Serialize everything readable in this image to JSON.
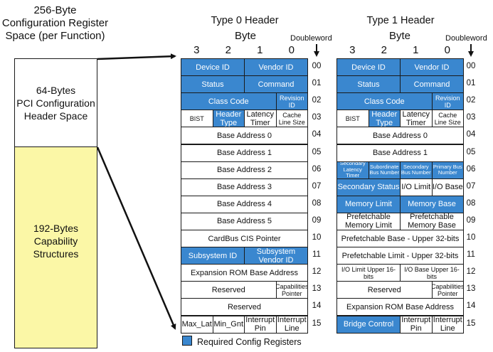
{
  "config_space": {
    "title_line1": "256-Byte",
    "title_line2": "Configuration Register",
    "title_line3": "Space (per Function)",
    "header_region": [
      "64-Bytes",
      "PCI Configuration",
      "Header Space"
    ],
    "capability_region": [
      "192-Bytes",
      "Capability",
      "Structures"
    ],
    "colors": {
      "header_bg": "#ffffff",
      "capability_bg": "#fbf7a6"
    }
  },
  "byte_label": "Byte",
  "doubleword_label": "Doubleword",
  "byte_numbers": [
    "3",
    "2",
    "1",
    "0"
  ],
  "doublewords": [
    "00",
    "01",
    "02",
    "03",
    "04",
    "05",
    "06",
    "07",
    "08",
    "09",
    "10",
    "11",
    "12",
    "13",
    "14",
    "15"
  ],
  "type0": {
    "title": "Type 0 Header",
    "cells": [
      {
        "row": 0,
        "col": 0,
        "span": 2,
        "text": "Device ID",
        "req": true
      },
      {
        "row": 0,
        "col": 2,
        "span": 2,
        "text": "Vendor ID",
        "req": true
      },
      {
        "row": 1,
        "col": 0,
        "span": 2,
        "text": "Status",
        "req": true
      },
      {
        "row": 1,
        "col": 2,
        "span": 2,
        "text": "Command",
        "req": true
      },
      {
        "row": 2,
        "col": 0,
        "span": 3,
        "text": "Class Code",
        "req": true
      },
      {
        "row": 2,
        "col": 3,
        "span": 1,
        "text": "Revision ID",
        "req": true,
        "size": "small"
      },
      {
        "row": 3,
        "col": 0,
        "span": 1,
        "text": "BIST",
        "req": false,
        "size": "small"
      },
      {
        "row": 3,
        "col": 1,
        "span": 1,
        "text": "Header Type",
        "req": true
      },
      {
        "row": 3,
        "col": 2,
        "span": 1,
        "text": "Latency Timer",
        "req": false
      },
      {
        "row": 3,
        "col": 3,
        "span": 1,
        "text": "Cache Line Size",
        "req": false,
        "size": "small"
      },
      {
        "row": 4,
        "col": 0,
        "span": 4,
        "text": "Base Address 0",
        "req": false
      },
      {
        "row": 5,
        "col": 0,
        "span": 4,
        "text": "Base Address 1",
        "req": false
      },
      {
        "row": 6,
        "col": 0,
        "span": 4,
        "text": "Base Address 2",
        "req": false
      },
      {
        "row": 7,
        "col": 0,
        "span": 4,
        "text": "Base Address 3",
        "req": false
      },
      {
        "row": 8,
        "col": 0,
        "span": 4,
        "text": "Base Address 4",
        "req": false
      },
      {
        "row": 9,
        "col": 0,
        "span": 4,
        "text": "Base Address 5",
        "req": false
      },
      {
        "row": 10,
        "col": 0,
        "span": 4,
        "text": "CardBus CIS Pointer",
        "req": false
      },
      {
        "row": 11,
        "col": 0,
        "span": 2,
        "text": "Subsystem ID",
        "req": true
      },
      {
        "row": 11,
        "col": 2,
        "span": 2,
        "text": "Subsystem Vendor ID",
        "req": true
      },
      {
        "row": 12,
        "col": 0,
        "span": 4,
        "text": "Expansion ROM Base Address",
        "req": false
      },
      {
        "row": 13,
        "col": 0,
        "span": 3,
        "text": "Reserved",
        "req": false
      },
      {
        "row": 13,
        "col": 3,
        "span": 1,
        "text": "Capabilities Pointer",
        "req": false,
        "size": "small"
      },
      {
        "row": 14,
        "col": 0,
        "span": 4,
        "text": "Reserved",
        "req": false
      },
      {
        "row": 15,
        "col": 0,
        "span": 1,
        "text": "Max_Lat",
        "req": false
      },
      {
        "row": 15,
        "col": 1,
        "span": 1,
        "text": "Min_Gnt",
        "req": false
      },
      {
        "row": 15,
        "col": 2,
        "span": 1,
        "text": "Interrupt Pin",
        "req": false
      },
      {
        "row": 15,
        "col": 3,
        "span": 1,
        "text": "Interrupt Line",
        "req": false
      }
    ]
  },
  "type1": {
    "title": "Type 1 Header",
    "cells": [
      {
        "row": 0,
        "col": 0,
        "span": 2,
        "text": "Device ID",
        "req": true
      },
      {
        "row": 0,
        "col": 2,
        "span": 2,
        "text": "Vendor ID",
        "req": true
      },
      {
        "row": 1,
        "col": 0,
        "span": 2,
        "text": "Status",
        "req": true
      },
      {
        "row": 1,
        "col": 2,
        "span": 2,
        "text": "Command",
        "req": true
      },
      {
        "row": 2,
        "col": 0,
        "span": 3,
        "text": "Class Code",
        "req": true
      },
      {
        "row": 2,
        "col": 3,
        "span": 1,
        "text": "Revision ID",
        "req": true,
        "size": "small"
      },
      {
        "row": 3,
        "col": 0,
        "span": 1,
        "text": "BIST",
        "req": false,
        "size": "small"
      },
      {
        "row": 3,
        "col": 1,
        "span": 1,
        "text": "Header Type",
        "req": true
      },
      {
        "row": 3,
        "col": 2,
        "span": 1,
        "text": "Latency Timer",
        "req": false
      },
      {
        "row": 3,
        "col": 3,
        "span": 1,
        "text": "Cache Line Size",
        "req": false,
        "size": "small"
      },
      {
        "row": 4,
        "col": 0,
        "span": 4,
        "text": "Base Address 0",
        "req": false
      },
      {
        "row": 5,
        "col": 0,
        "span": 4,
        "text": "Base Address 1",
        "req": false
      },
      {
        "row": 6,
        "col": 0,
        "span": 1,
        "text": "Secondary Latency Timer",
        "req": true,
        "size": "tiny"
      },
      {
        "row": 6,
        "col": 1,
        "span": 1,
        "text": "Subordinate Bus Number",
        "req": true,
        "size": "tiny"
      },
      {
        "row": 6,
        "col": 2,
        "span": 1,
        "text": "Secondary Bus Number",
        "req": true,
        "size": "tiny"
      },
      {
        "row": 6,
        "col": 3,
        "span": 1,
        "text": "Primary Bus Number",
        "req": true,
        "size": "tiny"
      },
      {
        "row": 7,
        "col": 0,
        "span": 2,
        "text": "Secondary Status",
        "req": true
      },
      {
        "row": 7,
        "col": 2,
        "span": 1,
        "text": "I/O Limit",
        "req": false
      },
      {
        "row": 7,
        "col": 3,
        "span": 1,
        "text": "I/O Base",
        "req": false
      },
      {
        "row": 8,
        "col": 0,
        "span": 2,
        "text": "Memory Limit",
        "req": true
      },
      {
        "row": 8,
        "col": 2,
        "span": 2,
        "text": "Memory Base",
        "req": true
      },
      {
        "row": 9,
        "col": 0,
        "span": 2,
        "text": "Prefetchable Memory Limit",
        "req": false
      },
      {
        "row": 9,
        "col": 2,
        "span": 2,
        "text": "Prefetchable Memory Base",
        "req": false
      },
      {
        "row": 10,
        "col": 0,
        "span": 4,
        "text": "Prefetchable Base - Upper 32-bits",
        "req": false
      },
      {
        "row": 11,
        "col": 0,
        "span": 4,
        "text": "Prefetchable Limit - Upper 32-bits",
        "req": false
      },
      {
        "row": 12,
        "col": 0,
        "span": 2,
        "text": "I/O Limit Upper 16-bits",
        "req": false,
        "size": "small"
      },
      {
        "row": 12,
        "col": 2,
        "span": 2,
        "text": "I/O Base Upper 16-bits",
        "req": false,
        "size": "small"
      },
      {
        "row": 13,
        "col": 0,
        "span": 3,
        "text": "Reserved",
        "req": false
      },
      {
        "row": 13,
        "col": 3,
        "span": 1,
        "text": "Capabilities Pointer",
        "req": false,
        "size": "small"
      },
      {
        "row": 14,
        "col": 0,
        "span": 4,
        "text": "Expansion ROM Base Address",
        "req": false
      },
      {
        "row": 15,
        "col": 0,
        "span": 2,
        "text": "Bridge Control",
        "req": true
      },
      {
        "row": 15,
        "col": 2,
        "span": 1,
        "text": "Interrupt Pin",
        "req": false
      },
      {
        "row": 15,
        "col": 3,
        "span": 1,
        "text": "Interrupt Line",
        "req": false
      }
    ]
  },
  "legend": {
    "label": "Required Config Registers",
    "color": "#3a87cf"
  }
}
